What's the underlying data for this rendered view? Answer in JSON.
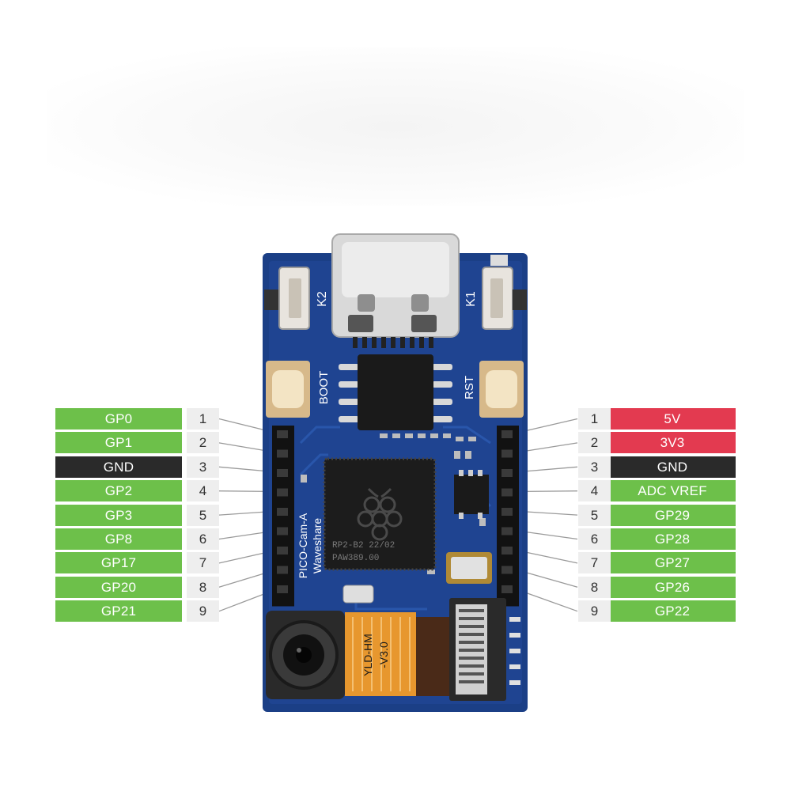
{
  "board": {
    "silkscreen": {
      "k1": "K1",
      "k2": "K2",
      "boot": "BOOT",
      "rst": "RST",
      "model_line1": "PICO-Cam-A",
      "model_line2": "Waveshare",
      "mcu_line1": "RP2-B2  22/02",
      "mcu_line2": "PAW389.00",
      "camera_flex": "YLD-HM",
      "camera_flex_rev": "-V3.0"
    },
    "colors": {
      "pcb": "#1b3f86",
      "gpio": "#6dc04a",
      "power": "#e33a50",
      "ground": "#2a2a2a"
    }
  },
  "pins": {
    "left": [
      {
        "num": "1",
        "label": "GP0",
        "kind": "gpio"
      },
      {
        "num": "2",
        "label": "GP1",
        "kind": "gpio"
      },
      {
        "num": "3",
        "label": "GND",
        "kind": "ground"
      },
      {
        "num": "4",
        "label": "GP2",
        "kind": "gpio"
      },
      {
        "num": "5",
        "label": "GP3",
        "kind": "gpio"
      },
      {
        "num": "6",
        "label": "GP8",
        "kind": "gpio"
      },
      {
        "num": "7",
        "label": "GP17",
        "kind": "gpio"
      },
      {
        "num": "8",
        "label": "GP20",
        "kind": "gpio"
      },
      {
        "num": "9",
        "label": "GP21",
        "kind": "gpio"
      }
    ],
    "right": [
      {
        "num": "1",
        "label": "5V",
        "kind": "power"
      },
      {
        "num": "2",
        "label": "3V3",
        "kind": "power"
      },
      {
        "num": "3",
        "label": "GND",
        "kind": "ground"
      },
      {
        "num": "4",
        "label": "ADC VREF",
        "kind": "gpio"
      },
      {
        "num": "5",
        "label": "GP29",
        "kind": "gpio"
      },
      {
        "num": "6",
        "label": "GP28",
        "kind": "gpio"
      },
      {
        "num": "7",
        "label": "GP27",
        "kind": "gpio"
      },
      {
        "num": "8",
        "label": "GP26",
        "kind": "gpio"
      },
      {
        "num": "9",
        "label": "GP22",
        "kind": "gpio"
      }
    ]
  }
}
